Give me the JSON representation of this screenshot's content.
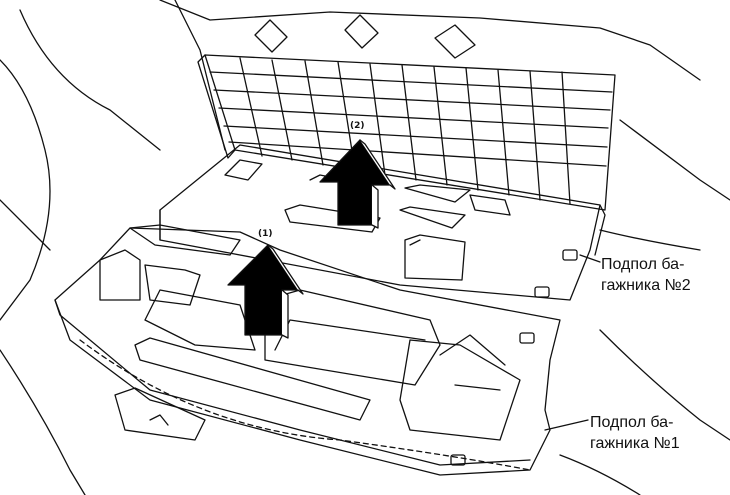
{
  "callouts": {
    "floor2": {
      "line1": "Подпол ба-",
      "line2": "гажника №2"
    },
    "floor1": {
      "line1": "Подпол ба-",
      "line2": "гажника №1"
    }
  },
  "steps": {
    "step1": "(1)",
    "step2": "(2)"
  },
  "colors": {
    "ink": "#111111",
    "paper": "#ffffff",
    "arrow_fill": "#000000"
  },
  "icons": {
    "lift_arrow": "up-arrow-icon"
  }
}
